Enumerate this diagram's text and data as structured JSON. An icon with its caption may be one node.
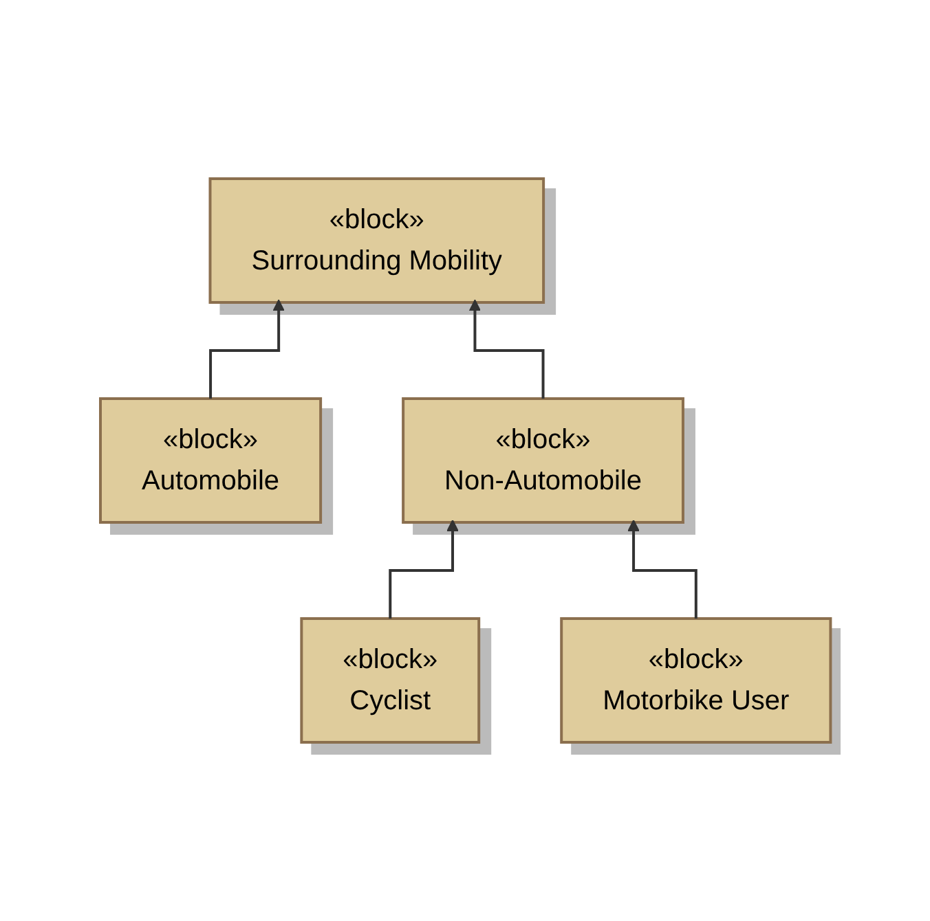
{
  "diagram": {
    "nodes": [
      {
        "text": [
          "«block»",
          "Surrounding Mobility"
        ]
      },
      {
        "text": [
          "«block»",
          "Automobile"
        ]
      },
      {
        "text": [
          "«block»",
          "Non-Automobile"
        ]
      },
      {
        "text": [
          "«block»",
          "Cyclist"
        ]
      },
      {
        "text": [
          "«block»",
          "Motorbike User"
        ]
      }
    ],
    "edges": [
      {
        "from": 1,
        "to": 0,
        "arrow": "to"
      },
      {
        "from": 2,
        "to": 0,
        "arrow": "to"
      },
      {
        "from": 3,
        "to": 2,
        "arrow": "to"
      },
      {
        "from": 4,
        "to": 2,
        "arrow": "to"
      }
    ]
  }
}
